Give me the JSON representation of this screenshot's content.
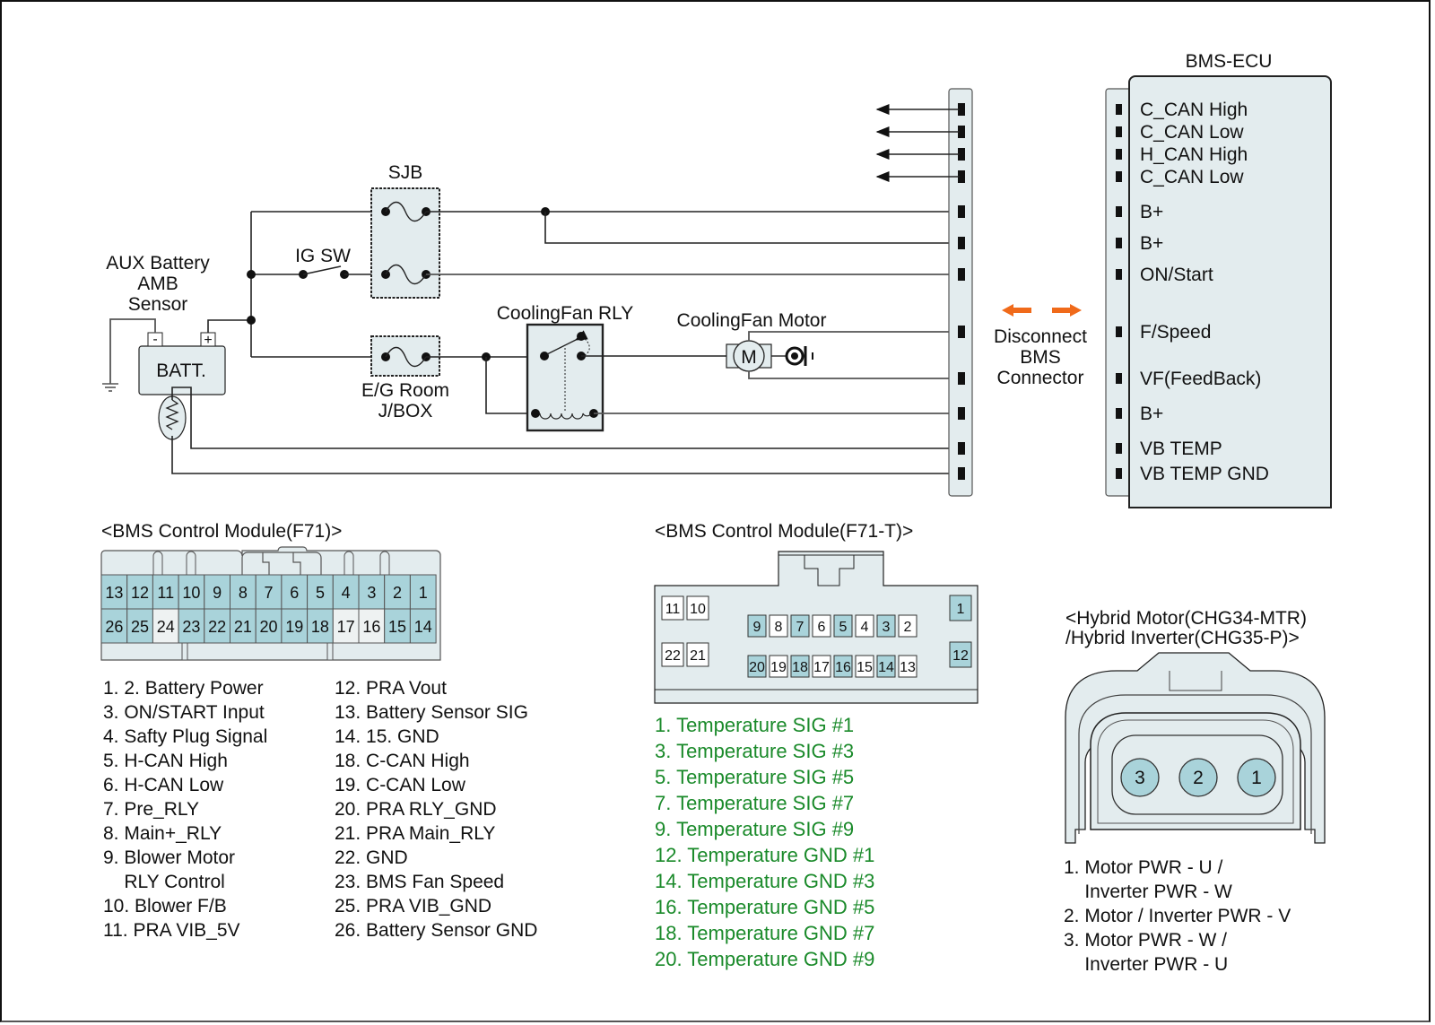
{
  "diagram": {
    "components": {
      "aux_battery_label": [
        "AUX Battery",
        "AMB",
        "Sensor"
      ],
      "battery": "BATT.",
      "battery_minus": "-",
      "battery_plus": "+",
      "sjb": "SJB",
      "ig_sw": "IG SW",
      "eg_room_jbox": [
        "E/G Room",
        "J/BOX"
      ],
      "coolingfan_rly": "CoolingFan RLY",
      "coolingfan_motor": "CoolingFan Motor",
      "motor_symbol": "M",
      "disconnect_label": [
        "Disconnect",
        "BMS",
        "Connector"
      ],
      "disconnect_arrow_color": "#f06a1a"
    },
    "bms_ecu": {
      "title": "BMS-ECU",
      "pins": [
        "C_CAN High",
        "C_CAN Low",
        "H_CAN High",
        "C_CAN Low",
        "B+",
        "B+",
        "ON/Start",
        "F/Speed",
        "VF(FeedBack)",
        "B+",
        "VB TEMP",
        "VB TEMP GND"
      ]
    }
  },
  "connector_f71": {
    "title": "<BMS Control Module(F71)>",
    "top_row": [
      "13",
      "12",
      "11",
      "10",
      "9",
      "8",
      "7",
      "6",
      "5",
      "4",
      "3",
      "2",
      "1"
    ],
    "bottom_row": [
      "26",
      "25",
      "24",
      "23",
      "22",
      "21",
      "20",
      "19",
      "18",
      "17",
      "16",
      "15",
      "14"
    ],
    "empty_pins": [
      "24",
      "17",
      "16"
    ],
    "pin_fill": "#a9d3da",
    "legend_col1": [
      "1. 2. Battery Power",
      "3. ON/START Input",
      "4. Safty Plug Signal",
      "5. H-CAN High",
      "6. H-CAN Low",
      "7. Pre_RLY",
      "8. Main+_RLY",
      "9. Blower Motor",
      "    RLY Control",
      "10. Blower F/B",
      "11. PRA VIB_5V"
    ],
    "legend_col2": [
      "12. PRA Vout",
      "13. Battery Sensor SIG",
      "14. 15. GND",
      "18. C-CAN High",
      "19. C-CAN Low",
      "20. PRA RLY_GND",
      "21. PRA Main_RLY",
      "22. GND",
      "23. BMS Fan Speed",
      "25. PRA VIB_GND",
      "26. Battery Sensor GND"
    ]
  },
  "connector_f71t": {
    "title": "<BMS Control Module(F71-T)>",
    "left_top": [
      "11",
      "10"
    ],
    "left_bottom": [
      "22",
      "21"
    ],
    "mid_top": [
      "9",
      "8",
      "7",
      "6",
      "5",
      "4",
      "3",
      "2"
    ],
    "mid_bottom": [
      "20",
      "19",
      "18",
      "17",
      "16",
      "15",
      "14",
      "13"
    ],
    "right_top": "1",
    "right_bottom": "12",
    "filled_pins": [
      "9",
      "7",
      "5",
      "3",
      "20",
      "18",
      "16",
      "14",
      "1",
      "12"
    ],
    "legend": [
      "1. Temperature SIG #1",
      "3. Temperature SIG #3",
      "5. Temperature SIG #5",
      "7. Temperature SIG #7",
      "9. Temperature SIG #9",
      "12. Temperature GND #1",
      "14. Temperature GND #3",
      "16. Temperature GND #5",
      "18. Temperature GND #7",
      "20. Temperature GND #9"
    ],
    "legend_color": "#1a8a2a"
  },
  "connector_hybrid": {
    "title": [
      "<Hybrid Motor(CHG34-MTR)",
      " /Hybrid Inverter(CHG35-P)>"
    ],
    "pins": [
      "3",
      "2",
      "1"
    ],
    "legend": [
      "1. Motor PWR - U /",
      "    Inverter PWR - W",
      "2. Motor / Inverter PWR - V",
      "3. Motor PWR - W /",
      "    Inverter PWR - U"
    ]
  }
}
